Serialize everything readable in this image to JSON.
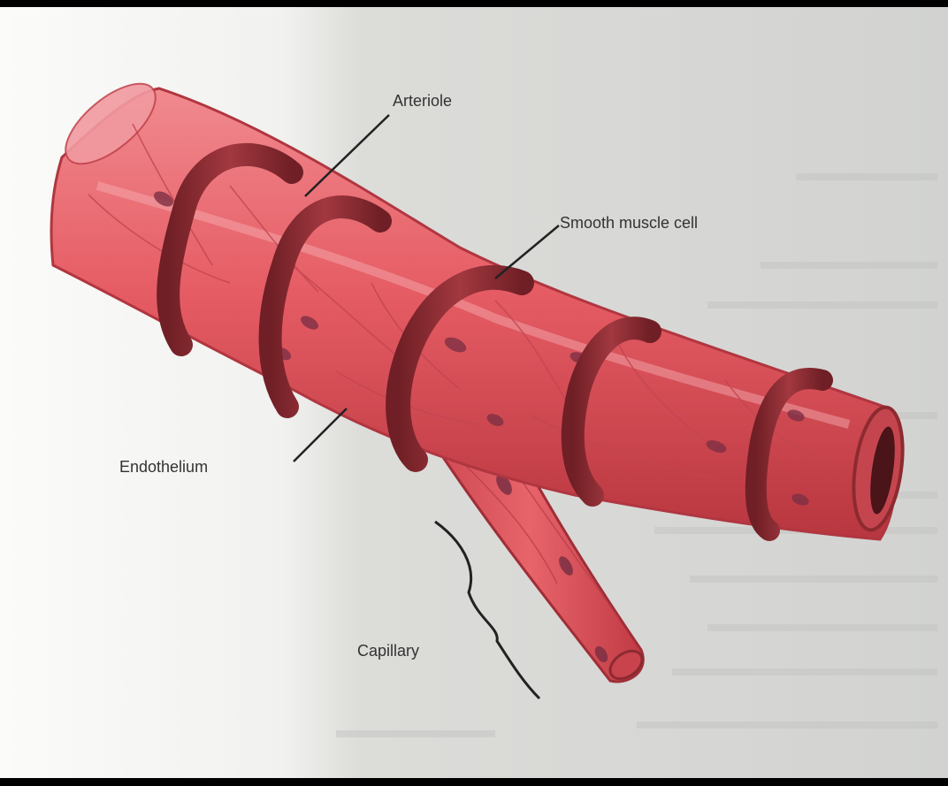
{
  "labels": {
    "arteriole": "Arteriole",
    "smooth_muscle_cell": "Smooth muscle cell",
    "endothelium": "Endothelium",
    "capillary": "Capillary"
  },
  "colors": {
    "frame": "#000000",
    "page_light": "#f4f4f2",
    "page_gray": "#d8d8d6",
    "vessel": "#e45a62",
    "vessel_highlight": "#f28e92",
    "vessel_shadow": "#b8363f",
    "muscle_band": "#8d2a30",
    "nucleus": "#7d3044",
    "leader_line": "#222222"
  }
}
